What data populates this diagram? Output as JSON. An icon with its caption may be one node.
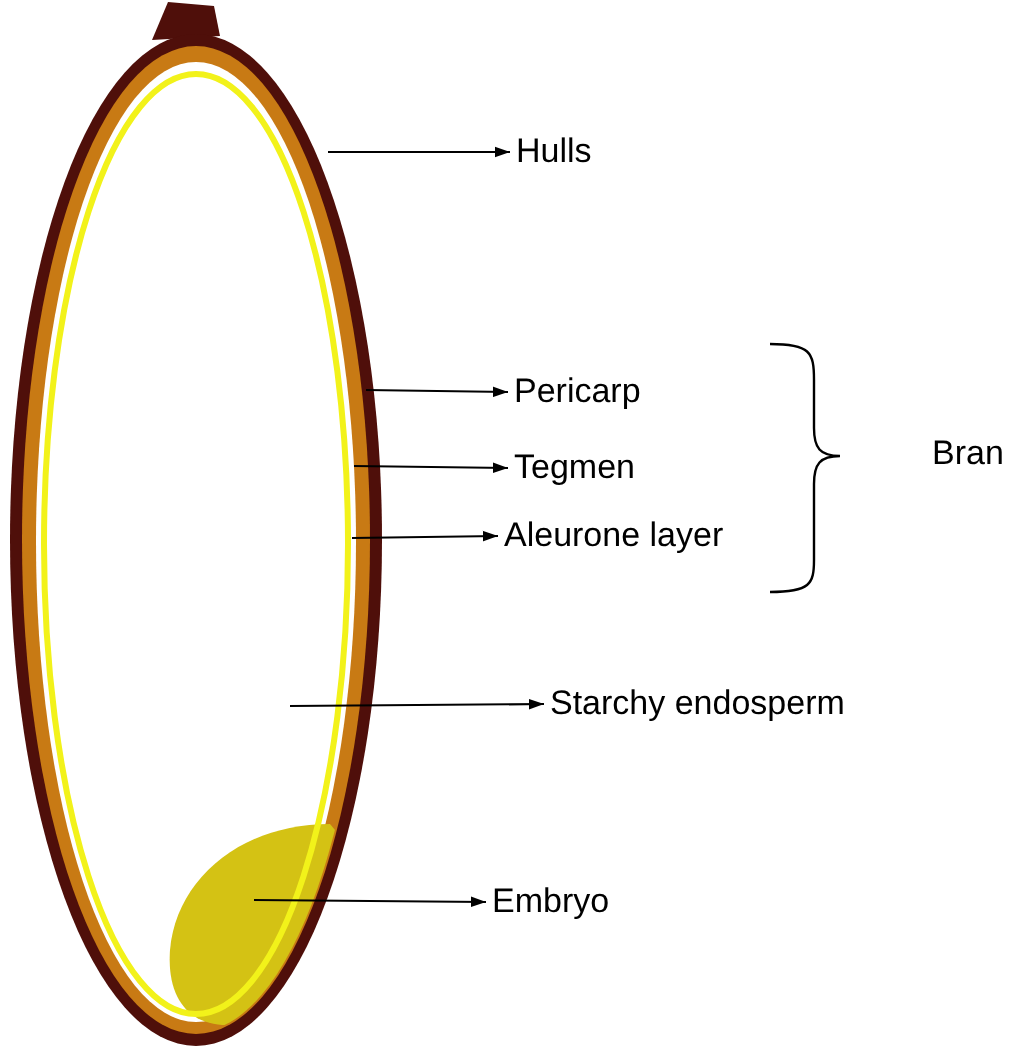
{
  "diagram": {
    "nodes": [
      {
        "text": [
          "Hulls"
        ]
      },
      {
        "text": [
          "Pericarp"
        ]
      },
      {
        "text": [
          "Tegmen"
        ]
      },
      {
        "text": [
          "Aleurone layer"
        ]
      },
      {
        "text": [
          "Starchy endosperm"
        ]
      },
      {
        "text": [
          "Embryo"
        ]
      }
    ],
    "edges": [
      {
        "from": null,
        "to": 0,
        "arrow": "to"
      },
      {
        "from": null,
        "to": 1,
        "arrow": "to"
      },
      {
        "from": null,
        "to": 2,
        "arrow": "to"
      },
      {
        "from": null,
        "to": 3,
        "arrow": "to"
      },
      {
        "from": null,
        "to": 4,
        "arrow": "to"
      },
      {
        "from": null,
        "to": 5,
        "arrow": "to"
      }
    ],
    "labels": [
      "Bran"
    ]
  }
}
